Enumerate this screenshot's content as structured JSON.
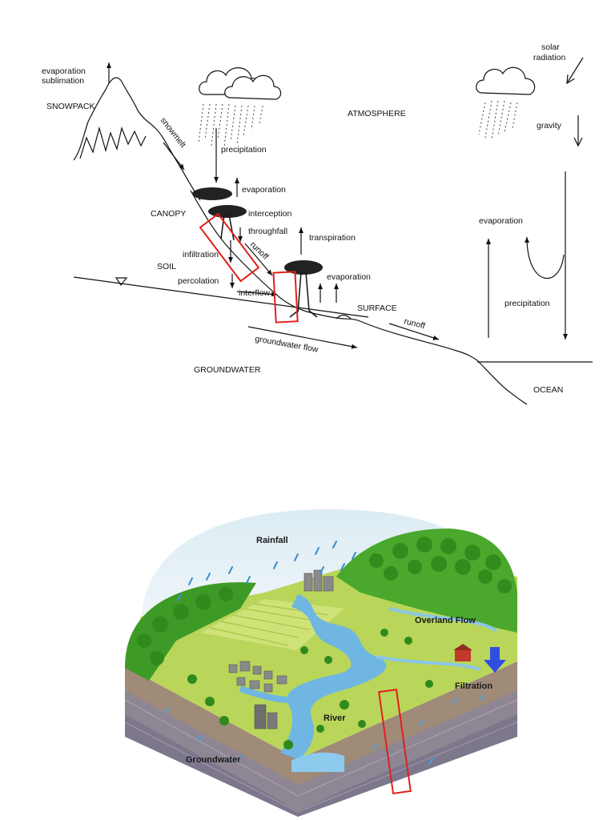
{
  "top_diagram": {
    "labels": {
      "evaporation_sublimation_1": "evaporation",
      "evaporation_sublimation_2": "sublimation",
      "snowpack": "SNOWPACK",
      "snowmelt": "snowmelt",
      "precipitation_top": "precipitation",
      "atmosphere": "ATMOSPHERE",
      "solar_radiation_1": "solar",
      "solar_radiation_2": "radiation",
      "gravity": "gravity",
      "evaporation_canopy": "evaporation",
      "canopy": "CANOPY",
      "interception": "interception",
      "throughfall": "throughfall",
      "transpiration": "transpiration",
      "infiltration": "infiltration",
      "runoff_upper": "runoff",
      "soil": "SOIL",
      "percolation": "percolation",
      "evaporation_soil": "evaporation",
      "interflow": "interflow",
      "surface": "SURFACE",
      "runoff_lower": "runoff",
      "groundwater_flow": "groundwater flow",
      "groundwater": "GROUNDWATER",
      "evaporation_ocean": "evaporation",
      "precipitation_ocean": "precipitation",
      "ocean": "OCEAN"
    },
    "colors": {
      "ink": "#111111",
      "highlight": "#e0201c"
    }
  },
  "bottom_diagram": {
    "labels": {
      "rainfall": "Rainfall",
      "overland_flow": "Overland Flow",
      "filtration": "Filtration",
      "river": "River",
      "groundwater": "Groundwater"
    },
    "colors": {
      "sky": "#e6f2f7",
      "forest": "#4aa82c",
      "field": "#b9d65a",
      "river": "#6fb6e2",
      "soil_top": "#a08a78",
      "soil_mid": "#8e8793",
      "soil_bottom": "#7f7a8e",
      "arrow": "#2f4ee0",
      "highlight": "#e0201c"
    }
  }
}
